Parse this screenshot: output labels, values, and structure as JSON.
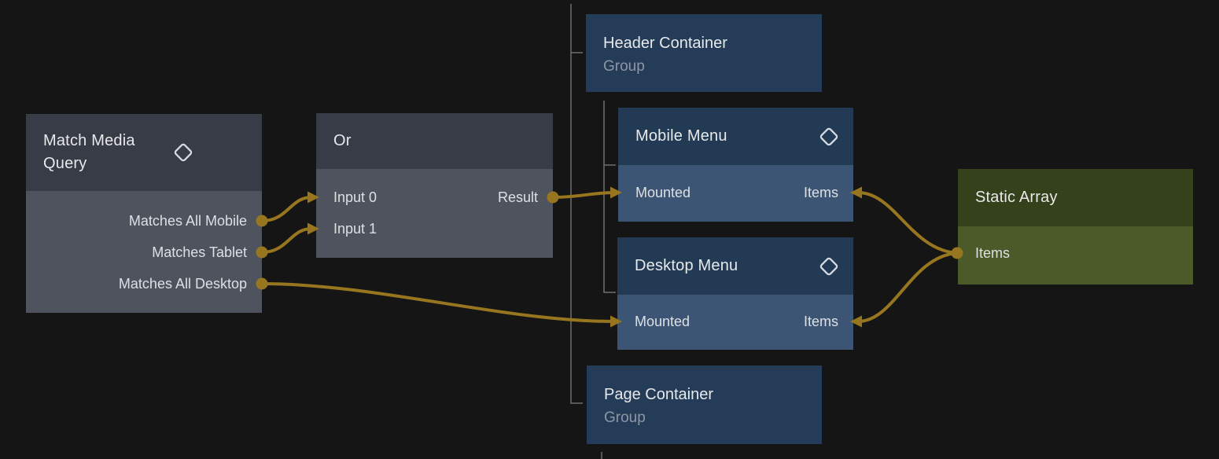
{
  "app": {
    "view_title": "Node flow editor canvas",
    "background": "#151515"
  },
  "palette": {
    "gray_node_header": "#383c46",
    "gray_node_body": "#4f535e",
    "blue_node_header": "#223a54",
    "blue_node_body": "#3d5574",
    "container_node_fill": "#243c58",
    "green_node_header": "#35411a",
    "green_node_body": "#4c5929",
    "wire": "#97761f",
    "tree_line": "#6f6f6f",
    "title_text": "#e7e9eb",
    "subtitle_text": "#8d97a3",
    "port_text": "#dde0e3"
  },
  "nodes": {
    "match_media_query": {
      "title": "Match Media Query",
      "icon": "diamond-icon",
      "outputs": [
        "Matches All Mobile",
        "Matches Tablet",
        "Matches All Desktop"
      ]
    },
    "or": {
      "title": "Or",
      "inputs": [
        "Input 0",
        "Input 1"
      ],
      "output": "Result"
    },
    "header_container": {
      "title": "Header Container",
      "subtitle": "Group"
    },
    "mobile_menu": {
      "title": "Mobile Menu",
      "icon": "diamond-icon",
      "input_left": "Mounted",
      "input_right": "Items"
    },
    "desktop_menu": {
      "title": "Desktop Menu",
      "icon": "diamond-icon",
      "input_left": "Mounted",
      "input_right": "Items"
    },
    "page_container": {
      "title": "Page Container",
      "subtitle": "Group"
    },
    "static_array": {
      "title": "Static Array",
      "output": "Items"
    }
  },
  "connections": [
    {
      "from": "Match Media Query.Matches All Mobile",
      "to": "Or.Input 0"
    },
    {
      "from": "Match Media Query.Matches Tablet",
      "to": "Or.Input 1"
    },
    {
      "from": "Match Media Query.Matches All Desktop",
      "to": "Desktop Menu.Mounted"
    },
    {
      "from": "Or.Result",
      "to": "Mobile Menu.Mounted"
    },
    {
      "from": "Static Array.Items",
      "to": "Mobile Menu.Items"
    },
    {
      "from": "Static Array.Items",
      "to": "Desktop Menu.Items"
    }
  ],
  "hierarchy": [
    {
      "parent": "canvas",
      "children": [
        "Header Container",
        "Page Container"
      ]
    },
    {
      "parent": "Header Container",
      "children": [
        "Mobile Menu",
        "Desktop Menu"
      ]
    }
  ]
}
